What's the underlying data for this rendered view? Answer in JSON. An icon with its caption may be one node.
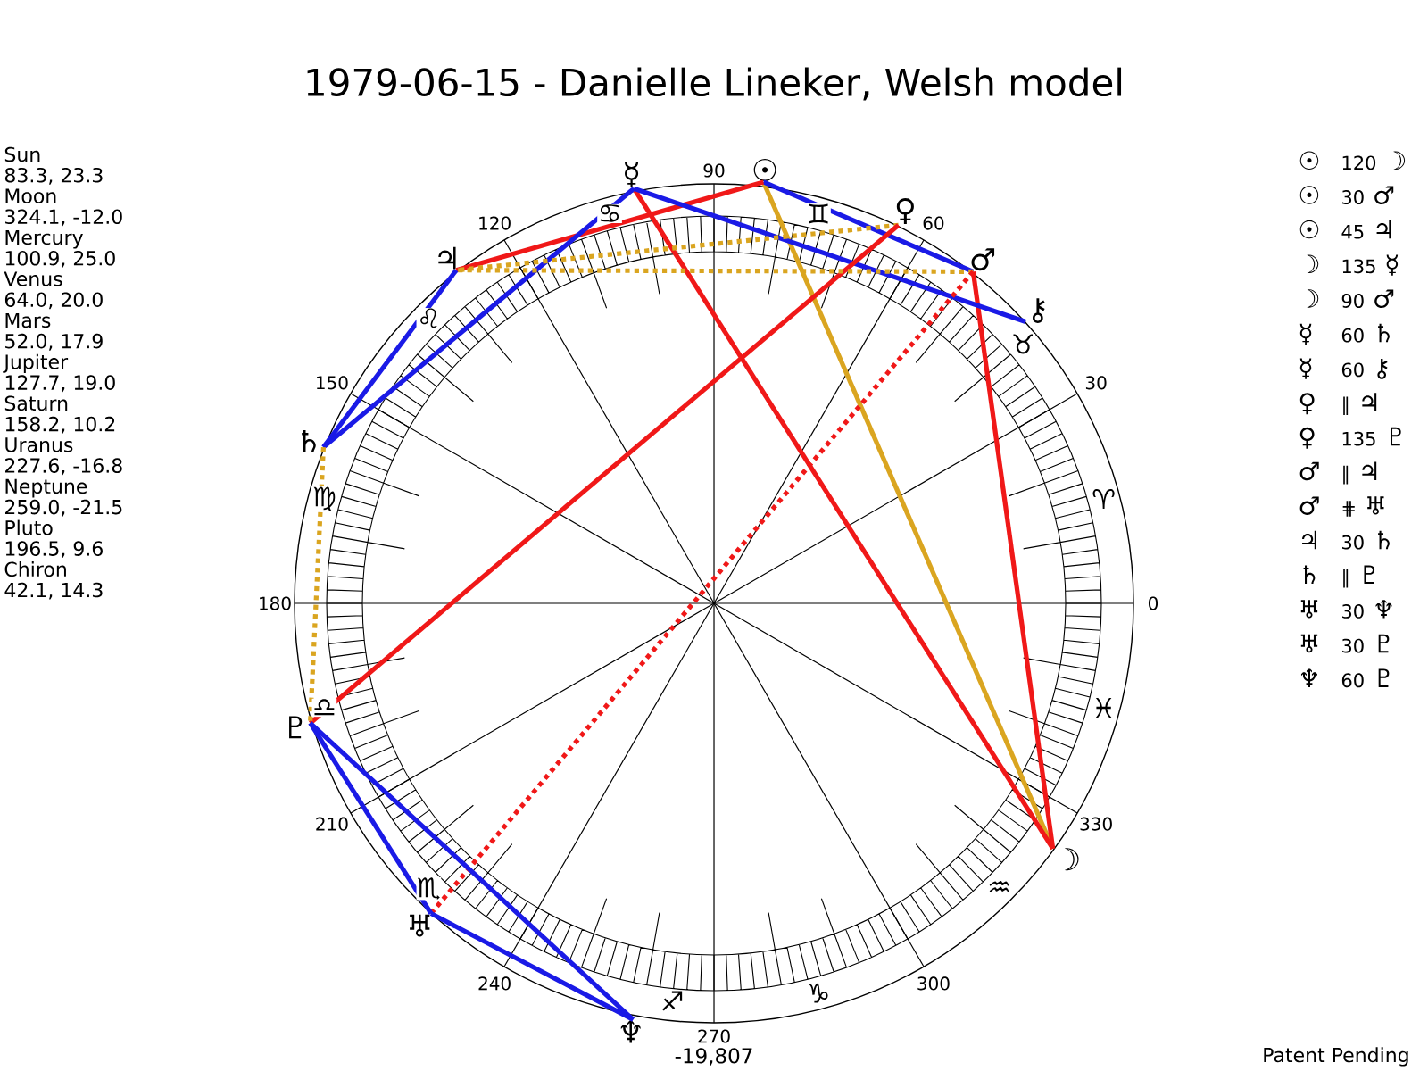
{
  "diagram": {
    "title": "1979-06-15 - Danielle Lineker, Welsh model",
    "nodes": [
      {
        "text": [
          "☉"
        ]
      },
      {
        "text": [
          "☽"
        ]
      },
      {
        "text": [
          "☿"
        ]
      },
      {
        "text": [
          "♀"
        ]
      },
      {
        "text": [
          "♂"
        ]
      },
      {
        "text": [
          "♃"
        ]
      },
      {
        "text": [
          "♄"
        ]
      },
      {
        "text": [
          "♅"
        ]
      },
      {
        "text": [
          "♆"
        ]
      },
      {
        "text": [
          "♇"
        ]
      },
      {
        "text": [
          "⚷"
        ]
      }
    ],
    "edges": [
      {
        "from": 0,
        "to": 1,
        "arrow": "none",
        "color": "#daa520"
      },
      {
        "from": 0,
        "to": 4,
        "arrow": "none"
      },
      {
        "from": 0,
        "to": 5,
        "arrow": "none",
        "color": "#f01818"
      },
      {
        "from": 1,
        "to": 2,
        "arrow": "none",
        "color": "#f01818"
      },
      {
        "from": 1,
        "to": 4,
        "arrow": "none",
        "color": "#f01818"
      },
      {
        "from": 2,
        "to": 6,
        "arrow": "none"
      },
      {
        "from": 2,
        "to": 10,
        "arrow": "none"
      },
      {
        "from": 3,
        "to": 5,
        "arrow": "none",
        "style": "dashed",
        "color": "#daa520"
      },
      {
        "from": 3,
        "to": 9,
        "arrow": "none",
        "color": "#f01818"
      },
      {
        "from": 4,
        "to": 5,
        "arrow": "none",
        "style": "dashed",
        "color": "#daa520"
      },
      {
        "from": 4,
        "to": 7,
        "arrow": "none",
        "style": "dashed",
        "color": "#f01818"
      },
      {
        "from": 5,
        "to": 6,
        "arrow": "none"
      },
      {
        "from": 6,
        "to": 9,
        "arrow": "none",
        "style": "dashed",
        "color": "#daa520"
      },
      {
        "from": 7,
        "to": 8,
        "arrow": "none"
      },
      {
        "from": 7,
        "to": 9,
        "arrow": "none"
      },
      {
        "from": 8,
        "to": 9,
        "arrow": "none"
      }
    ],
    "labels": [
      "Sun",
      "83.3, 23.3",
      "Moon",
      "324.1, -12.0",
      "Mercury",
      "100.9, 25.0",
      "Venus",
      "64.0, 20.0",
      "Mars",
      "52.0, 17.9",
      "Jupiter",
      "127.7, 19.0",
      "Saturn",
      "158.2, 10.2",
      "Uranus",
      "227.6, -16.8",
      "Neptune",
      "259.0, -21.5",
      "Pluto",
      "196.5, 9.6",
      "Chiron",
      "42.1, 14.3",
      "90",
      "120",
      "♋",
      "♊",
      "60",
      "♌",
      "♉",
      "150",
      "30",
      "♍",
      "♈",
      "180",
      "0",
      "♎",
      "♓",
      "210",
      "330",
      "♏",
      "♒",
      "240",
      "♐",
      "♑",
      "300",
      "270",
      "-19,807",
      "☉",
      "120",
      "☽",
      "☉",
      "30",
      "♂",
      "☉",
      "45",
      "♃",
      "☽",
      "135",
      "☿",
      "☽",
      "90",
      "♂",
      "☿",
      "60",
      "♄",
      "☿",
      "60",
      "⚷",
      "♀",
      "∥",
      "♃",
      "♀",
      "135",
      "♇",
      "♂",
      "∥",
      "♃",
      "♂",
      "⋕",
      "♅",
      "♃",
      "30",
      "♄",
      "♄",
      "∥",
      "♇",
      "♅",
      "30",
      "♆",
      "♅",
      "30",
      "♇",
      "♆",
      "60",
      "♇",
      "Patent Pending"
    ]
  }
}
